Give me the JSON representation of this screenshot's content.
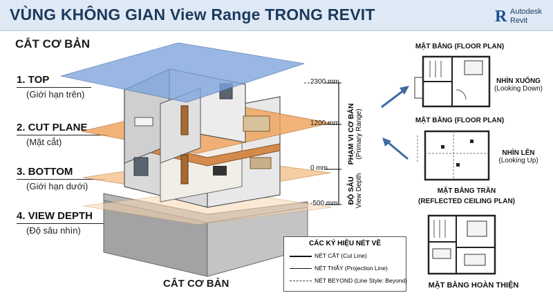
{
  "header": {
    "title": "VÙNG KHÔNG GIAN View Range TRONG REVIT",
    "brand_symbol": "R",
    "brand_line1": "Autodesk",
    "brand_line2": "Revit"
  },
  "left_panel": {
    "title": "CẮT CƠ BẢN",
    "levels": [
      {
        "name": "1. TOP",
        "sub": "(Giới hạn trên)"
      },
      {
        "name": "2. CUT PLANE",
        "sub": "(Mặt cắt)"
      },
      {
        "name": "3. BOTTOM",
        "sub": "(Giới hạn dưới)"
      },
      {
        "name": "4. VIEW DEPTH",
        "sub": "(Độ sâu nhìn)"
      }
    ]
  },
  "elevations": [
    "2300 mm",
    "1200 mm",
    "0 mm",
    "-500 mm"
  ],
  "ranges": {
    "primary_1": "PHẠM VI CƠ BẢN",
    "primary_2": "(Primary Range)",
    "depth_1": "ĐỘ SÂU",
    "depth_2": "View Depth"
  },
  "bottom_caption": "CẮT CƠ BẢN",
  "plans": {
    "floor_plan_1": "MẶT BẰNG (FLOOR PLAN)",
    "look_down_1": "NHÌN XUỐNG",
    "look_down_2": "(Looking Down)",
    "floor_plan_2": "MẶT BẰNG (FLOOR PLAN)",
    "look_up_1": "NHÌN LÊN",
    "look_up_2": "(Looking Up)",
    "rcp_1": "MẶT BẰNG TRẦN",
    "rcp_2": "(REFLECTED CEILING PLAN)",
    "finished": "MẶT BẰNG HOÀN THIỆN"
  },
  "legend": {
    "title": "CÁC KÝ HIỆU NÉT VẼ",
    "cut": "NÉT CẮT (Cut Line)",
    "projection": "NÉT THẤY (Projection Line)",
    "beyond": "NÉT BEYOND (Line Style: Beyond)"
  },
  "colors": {
    "title_bar": "#dfe9f5",
    "top_plane": "#7ea4dd",
    "cut_plane": "#f0a35c",
    "bottom_plane": "#f6c28e",
    "arrow": "#3f6aa0"
  }
}
